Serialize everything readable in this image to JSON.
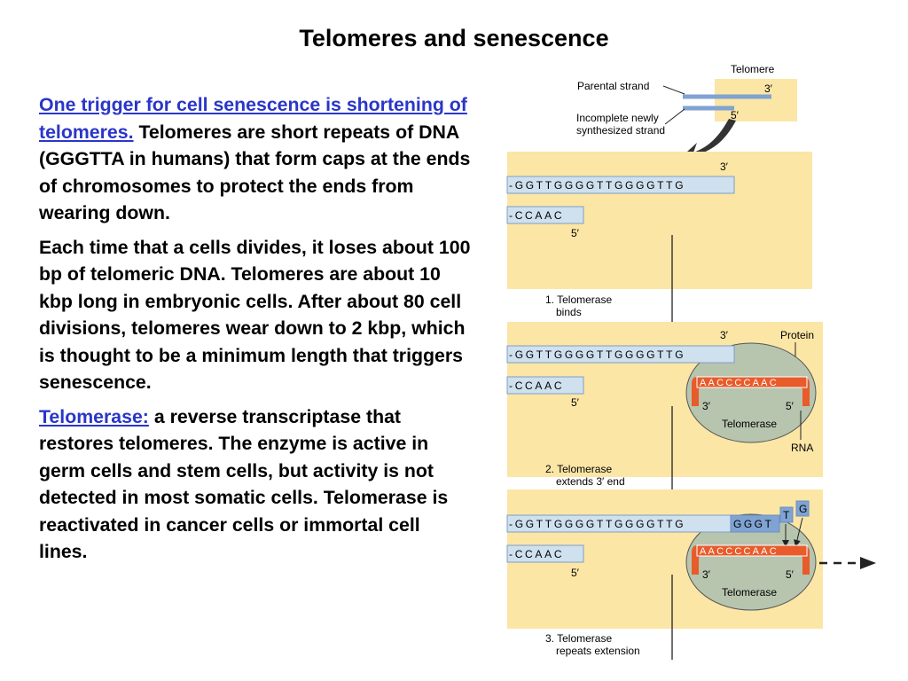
{
  "title": "Telomeres and senescence",
  "para1": {
    "link": "One trigger for cell senescence is shortening of telomeres.",
    "text": " Telomeres are short repeats of DNA (GGGTTA in humans) that form caps at the ends of chromosomes to protect the ends from wearing down."
  },
  "para2": {
    "text": "Each time that a cells divides, it loses about 100 bp of telomeric DNA. Telomeres are about 10 kbp long in embryonic cells. After about 80 cell divisions, telomeres wear down to 2 kbp, which is thought to be a minimum length that triggers senescence."
  },
  "para3": {
    "link": "Telomerase:",
    "text": " a reverse transcriptase that restores telomeres. The enzyme is active in germ cells and stem cells, but activity is not detected in most somatic cells. Telomerase is reactivated in cancer cells or immortal cell lines."
  },
  "figure": {
    "telomere_label": "Telomere",
    "parental_strand": "Parental strand",
    "incomplete_line1": "Incomplete newly",
    "incomplete_line2": "synthesized strand",
    "three_prime": "3′",
    "five_prime": "5′",
    "top_strand": "-GGTTGGGGTTGGGGTTG",
    "top_strand_panel3": "-GGTTGGGGTTGGGGTTG",
    "extension": "GGGT",
    "bottom_strand": "-CCAAC",
    "rna_template": "AACCCCAAC",
    "new_t": "T",
    "new_g": "G",
    "protein": "Protein",
    "telomerase": "Telomerase",
    "rna": "RNA",
    "step1_line1": "1. Telomerase",
    "step1_line2": "binds",
    "step2_line1": "2. Telomerase",
    "step2_line2": "extends 3′ end",
    "step3_line1": "3. Telomerase",
    "step3_line2": "repeats extension",
    "colors": {
      "panel": "#fbe6a6",
      "strand_box": "#cfe0ef",
      "strand_border": "#7d9fc6",
      "extension_box": "#7fa3d2",
      "enzyme": "#b7c4ae",
      "rna_orange": "#e85b2a",
      "link": "#2a36c8"
    }
  }
}
